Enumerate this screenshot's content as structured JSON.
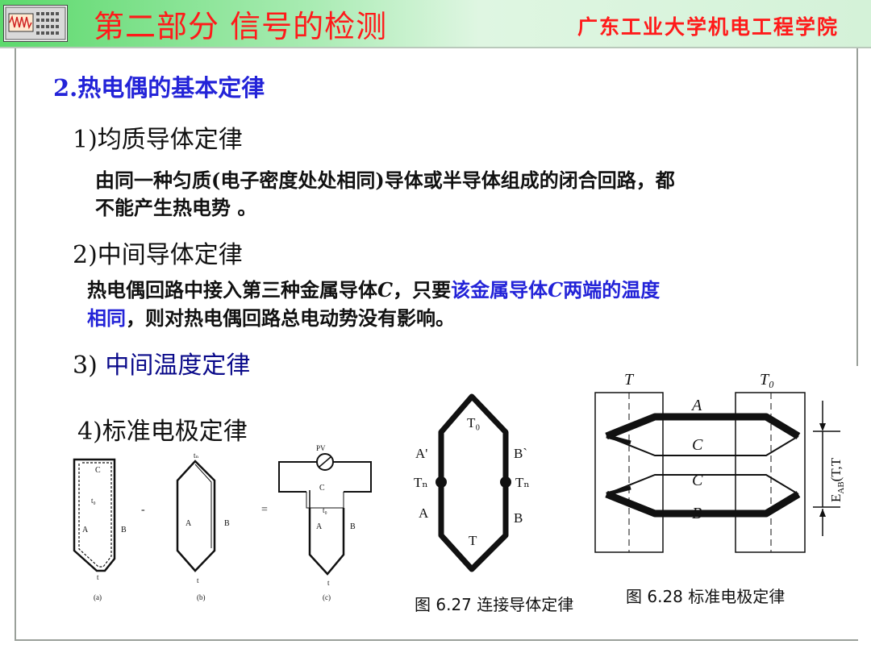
{
  "header": {
    "title": "第二部分  信号的检测",
    "org": "广东工业大学机电工程学院"
  },
  "section": {
    "title": "2.热电偶的基本定律"
  },
  "laws": {
    "law1": {
      "title": "1)均质导体定律",
      "text_line1": "由同一种匀质(电子密度处处相同)导体或半导体组成的闭合回路，都",
      "text_line2": "不能产生热电势 。"
    },
    "law2": {
      "title": "2)中间导体定律",
      "text_line1_a": "热电偶回路中接入第三种金属导体",
      "text_line1_c": "C",
      "text_line1_b": "，只要",
      "text_line1_hl_a": "该金属导体",
      "text_line1_hl_c": "C",
      "text_line1_hl_b": "两端的温度",
      "text_line2_hl": "相同",
      "text_line2_rest": "，则对热电偶回路总电动势没有影响。"
    },
    "law3": {
      "prefix": "3) ",
      "title": "中间温度定律"
    },
    "law4": {
      "title": "4)标准电极定律"
    }
  },
  "figure_abc": {
    "labels": {
      "a_C": "C",
      "a_t0": "t₀",
      "a_A": "A",
      "a_B": "B",
      "a_t": "t",
      "b_tn": "tₙ",
      "b_A": "A",
      "b_B": "B",
      "b_t": "t",
      "c_PV": "PV",
      "c_C": "C",
      "c_t0": "t₀",
      "c_A": "A",
      "c_B": "B",
      "c_t": "t",
      "minus": "-",
      "equals": "=",
      "cap_a": "(a)",
      "cap_b": "(b)",
      "cap_c": "(c)"
    }
  },
  "figure_627": {
    "labels": {
      "T0": "T₀",
      "A_prime": "A'",
      "B_prime": "B`",
      "Tn_left": "Tₙ",
      "Tn_right": "Tₙ",
      "A": "A",
      "B": "B",
      "T": "T"
    },
    "caption": "图 6.27 连接导体定律"
  },
  "figure_628": {
    "labels": {
      "T": "T",
      "T0": "T₀",
      "A": "A",
      "C1": "C",
      "C2": "C",
      "B": "B",
      "emf": "E",
      "emf_sub": "AB",
      "emf_args": "(T,T"
    },
    "caption": "图 6.28 标准电极定律"
  },
  "colors": {
    "header_red": "#ff1a1a",
    "section_blue": "#2323d8",
    "law3_navy": "#0a0a8a",
    "header_green": "#5cd96c"
  }
}
